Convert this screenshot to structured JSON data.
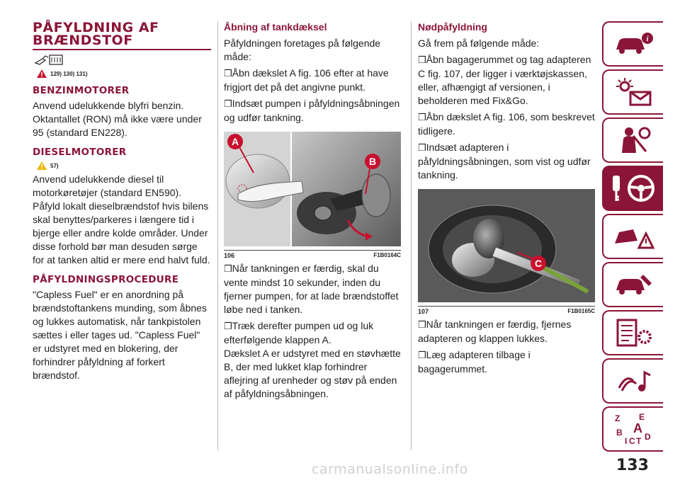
{
  "title": "PÅFYLDNING AF BRÆNDSTOF",
  "title_line1": "PÅFYLDNING AF",
  "title_line2": "BRÆNDSTOF",
  "warning_refs_1": "129) 130) 131)",
  "section_benzin": {
    "heading": "BENZINMOTORER",
    "text": "Anvend udelukkende blyfri benzin. Oktantallet (RON) må ikke være under 95 (standard EN228)."
  },
  "section_diesel": {
    "heading": "DIESELMOTORER",
    "warning_ref": "57)",
    "text": "Anvend udelukkende diesel til motorkøretøjer (standard EN590). Påfyld lokalt dieselbrændstof hvis bilens skal benyttes/parkeres i længere tid i bjerge eller andre kolde områder. Under disse forhold bør man desuden sørge for at tanken altid er mere end halvt fuld."
  },
  "section_procedure": {
    "heading": "PÅFYLDNINGSPROCEDURE",
    "text": "\"Capless Fuel\" er en anordning på brændstoftankens munding, som åbnes og lukkes automatisk, når tankpistolen sættes i eller tages ud. \"Capless Fuel\" er udstyret med en blokering, der forhindrer påfyldning af forkert brændstof."
  },
  "section_opening": {
    "heading": "Åbning af tankdæksel",
    "intro": "Påfyldningen foretages på følgende måde:",
    "step1": "Åbn dækslet A fig. 106 efter at have frigjort det på det angivne punkt.",
    "step2": "Indsæt pumpen i påfyldningsåbningen og udfør tankning.",
    "step3": "Når tankningen er færdig, skal du vente mindst 10 sekunder, inden du fjerner pumpen, for at lade brændstoffet løbe ned i tanken.",
    "step4": "Træk derefter pumpen ud og luk efterfølgende klappen A.",
    "step4_note": "Dækslet A er udstyret med en støvhætte B, der med lukket klap forhindrer aflejring af urenheder og støv på enden af påfyldningsåbningen."
  },
  "section_emergency": {
    "heading": "Nødpåfyldning",
    "intro": "Gå frem på følgende måde:",
    "step1": "Åbn bagagerummet og tag adapteren C fig. 107, der ligger i værktøjskassen, eller, afhængigt af versionen, i beholderen med Fix&Go.",
    "step2": "Åbn dækslet A fig. 106, som beskrevet tidligere.",
    "step3": "Indsæt adapteren i påfyldningsåbningen, som vist og udfør tankning.",
    "step4": "Når tankningen er færdig, fjernes adapteren og klappen lukkes.",
    "step5": "Læg adapteren tilbage i bagagerummet."
  },
  "checkbox_glyph": "❒",
  "figure_106": {
    "number": "106",
    "code": "F1B0164C",
    "label_a": "A",
    "label_b": "B"
  },
  "figure_107": {
    "number": "107",
    "code": "F1B0165C",
    "label_c": "C"
  },
  "page_number": "133",
  "watermark": "carmanualsonline.info",
  "sidebar_icons": [
    "car-info-icon",
    "warning-lights-icon",
    "seat-safety-icon",
    "steering-key-icon",
    "car-emergency-icon",
    "car-service-icon",
    "specs-icon",
    "media-icon",
    "index-icon"
  ],
  "index_letters": [
    "Z",
    "E",
    "B",
    "A",
    "I",
    "C",
    "T",
    "D"
  ],
  "colors": {
    "accent": "#8b1538",
    "text": "#222222"
  }
}
